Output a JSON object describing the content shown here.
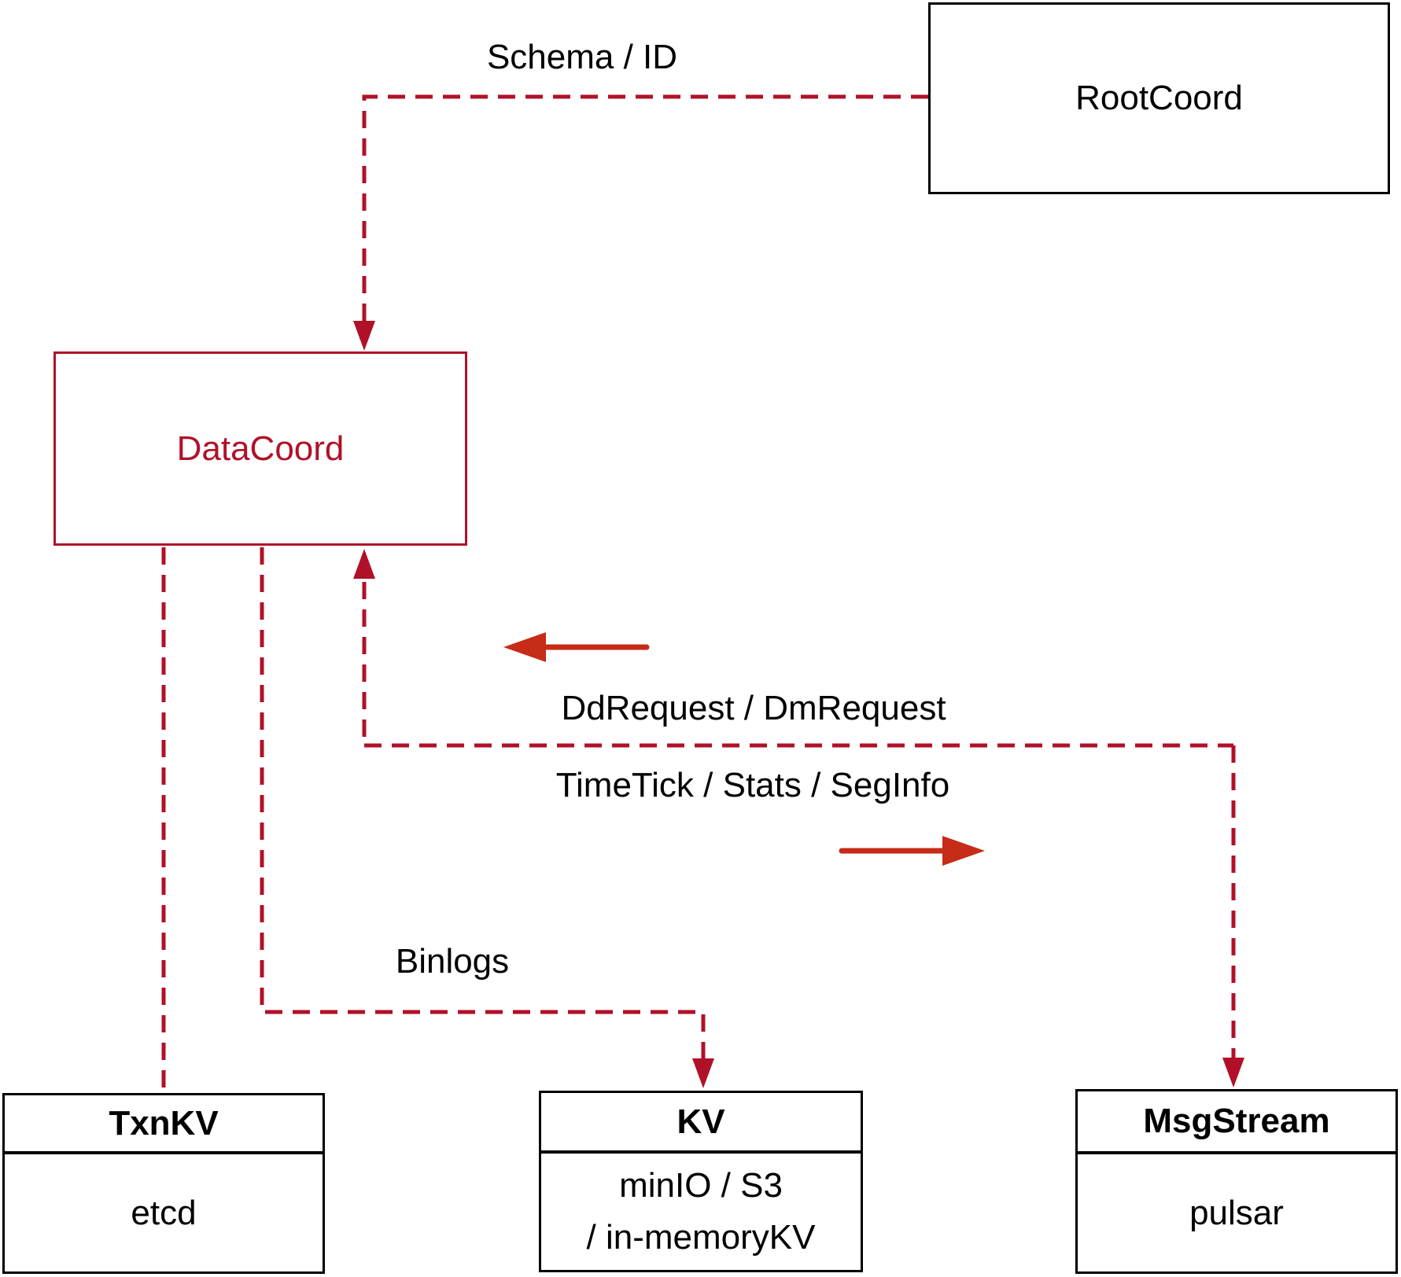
{
  "diagram": {
    "nodes": {
      "rootcoord": {
        "label": "RootCoord"
      },
      "datacoord": {
        "label": "DataCoord"
      },
      "txnkv": {
        "title": "TxnKV",
        "impl": "etcd"
      },
      "kv": {
        "title": "KV",
        "impl_line1": "minIO / S3",
        "impl_line2": "/ in-memoryKV"
      },
      "msgstream": {
        "title": "MsgStream",
        "impl": "pulsar"
      }
    },
    "edge_labels": {
      "schema_id": "Schema / ID",
      "dd_dm_request": "DdRequest / DmRequest",
      "timetick_stats_seginfo": "TimeTick / Stats / SegInfo",
      "binlogs": "Binlogs"
    },
    "colors": {
      "crimson": "#b01129",
      "vermilion": "#c62c17",
      "black": "#000000",
      "background": "#ffffff"
    }
  }
}
